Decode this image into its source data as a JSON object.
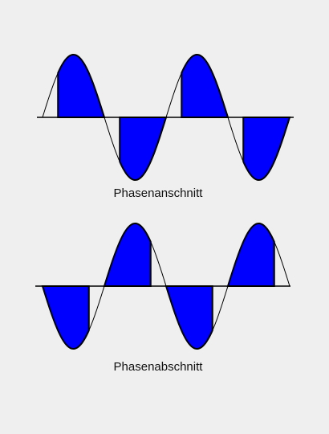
{
  "background_color": "#efefef",
  "fill_color": "#0000ff",
  "line_color": "#000000",
  "diagrams": [
    {
      "caption": "Phasenanschnitt",
      "mode": "leading-edge",
      "conduction_fraction_of_half_period": 0.75,
      "cycles": 2
    },
    {
      "caption": "Phasenabschnitt",
      "mode": "trailing-edge",
      "conduction_fraction_of_half_period": 0.75,
      "cycles": 2
    }
  ]
}
